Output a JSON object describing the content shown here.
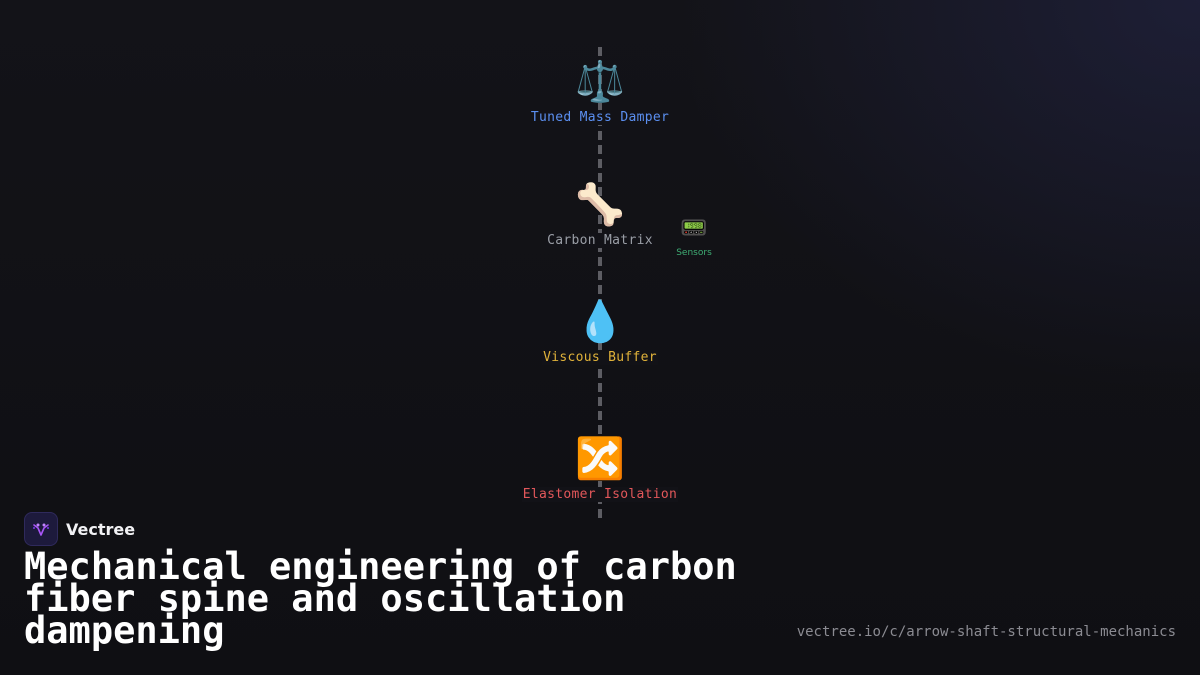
{
  "diagram": {
    "nodes": [
      {
        "icon": "⚖️",
        "icon_name": "balance-scale-icon",
        "label": "Tuned Mass Damper",
        "color": "#5b8ff0"
      },
      {
        "icon": "🦴",
        "icon_name": "bone-icon",
        "label": "Carbon Matrix",
        "color": "#9a9ea6"
      },
      {
        "icon": "💧",
        "icon_name": "droplet-icon",
        "label": "Viscous Buffer",
        "color": "#e0b23a"
      },
      {
        "icon": "🔀",
        "icon_name": "shuffle-icon",
        "label": "Elastomer Isolation",
        "color": "#e2575a"
      }
    ],
    "sensor": {
      "icon": "📟",
      "icon_name": "pager-icon",
      "label": "Sensors",
      "color": "#3fae74"
    }
  },
  "brand": {
    "name": "Vectree",
    "logo_icon": "vectree-logo-icon"
  },
  "title": "Mechanical engineering of carbon fiber spine and oscillation dampening",
  "url": "vectree.io/c/arrow-shaft-structural-mechanics"
}
